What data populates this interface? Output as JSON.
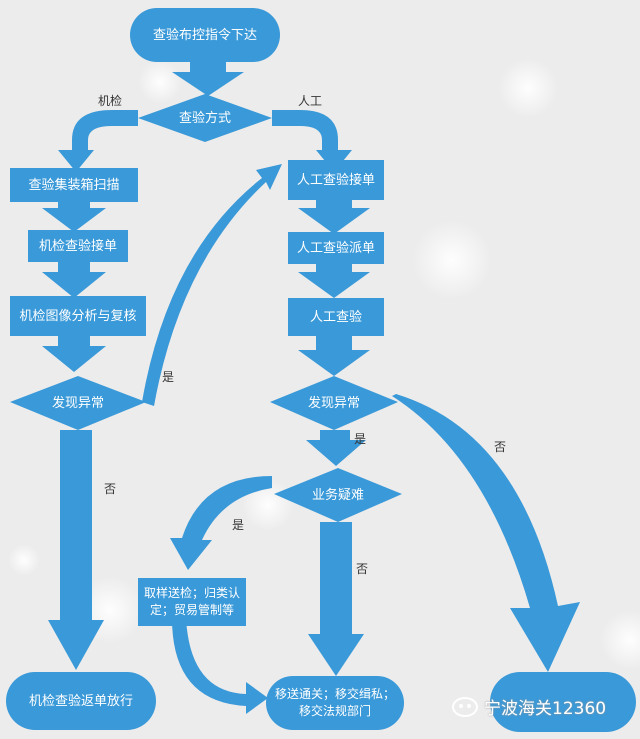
{
  "nodes": {
    "start": "查验布控指令下达",
    "method": "查验方式",
    "m_scan": "查验集装箱扫描",
    "m_accept": "机检查验接单",
    "m_analysis": "机检图像分析与复核",
    "m_anomaly": "发现异常",
    "m_release": "机检查验返单放行",
    "h_accept": "人工查验接单",
    "h_dispatch": "人工查验派单",
    "h_inspect": "人工查验",
    "h_anomaly": "发现异常",
    "h_difficult": "业务疑难",
    "sample": "取样送检；归类认\n定；贸易管制等",
    "transfer": "移送通关；移交缉私；\n移交法规部门"
  },
  "edges": {
    "machine": "机检",
    "manual": "人工",
    "m_yes": "是",
    "m_no": "否",
    "h_yes": "是",
    "h_no": "否",
    "d_yes": "是",
    "d_no": "否"
  },
  "watermark": {
    "text": "宁波海关12360",
    "icon": "wechat-icon"
  },
  "colors": {
    "node": "#3a99d8",
    "arrow": "#3a99d8",
    "background": "#ececec"
  }
}
